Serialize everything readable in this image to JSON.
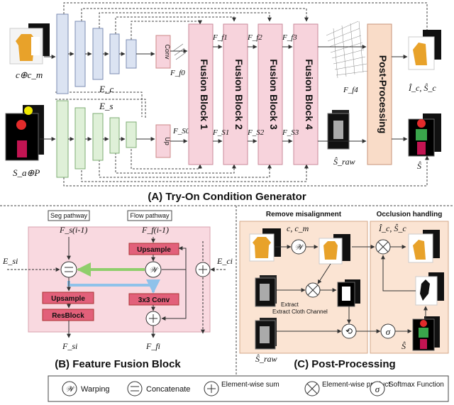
{
  "panel_a": {
    "title": "(A) Try-On Condition Generator",
    "input_cloth_label": "c⊕c_m",
    "input_seg_label": "S_a⊕P",
    "encoder_cloth_label": "E_c",
    "encoder_seg_label": "E_s",
    "conv_label": "Conv",
    "up_label": "Up",
    "ff0_label": "F_f0",
    "fs0_label": "F_S0",
    "fusion_blocks": [
      "Fusion Block 1",
      "Fusion Block 2",
      "Fusion Block 3",
      "Fusion Block 4"
    ],
    "ff_labels": [
      "F_f1",
      "F_f2",
      "F_f3"
    ],
    "fs_labels": [
      "F_S1",
      "F_S2",
      "F_S3"
    ],
    "ff4_label": "F_f4",
    "sraw_label": "Ŝ_raw",
    "post_processing_label": "Post-Processing",
    "out_cloth_label": "Î_c, Ŝ_c",
    "out_seg_label": "Ŝ"
  },
  "panel_b": {
    "title": "(B) Feature Fusion Block",
    "seg_pathway": "Seg pathway",
    "flow_pathway": "Flow pathway",
    "fs_prev": "F_s(i-1)",
    "ff_prev": "F_f(i-1)",
    "es_label": "E_si",
    "ec_label": "E_ci",
    "upsample_flow": "Upsample",
    "upsample_seg": "Upsample",
    "resblock": "ResBlock",
    "conv3": "3x3 Conv",
    "fs_out": "F_si",
    "ff_out": "F_fi"
  },
  "panel_c": {
    "title": "(C) Post-Processing",
    "remove_title": "Remove misalignment",
    "occlusion_title": "Occlusion handling",
    "c_label": "c, c_m",
    "extract_label": "Extract Cloth Channel",
    "sraw_label": "Ŝ_raw",
    "out_cloth_label": "Î_c, Ŝ_c",
    "out_seg_label": "Ŝ"
  },
  "legend": {
    "warping": "Warping",
    "concatenate": "Concatenate",
    "sum": "Element-wise sum",
    "product": "Element-wise product",
    "softmax": "Softmax Function"
  },
  "colors": {
    "cloth_encoder": "#dbe3f2",
    "seg_encoder": "#dff0d8",
    "fusion_block": "#f7d3dc",
    "post_processing": "#f9dcc8",
    "panel_b_bg": "#f9d9e0",
    "panel_c_bg": "#fbe4d3",
    "green_arrow": "#8fce6b",
    "blue_arrow": "#8fc2ea"
  }
}
